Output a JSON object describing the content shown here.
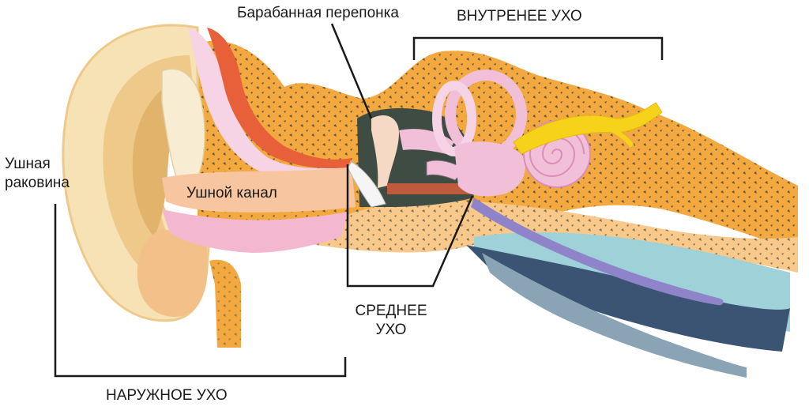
{
  "labels": {
    "eardrum": "Барабанная перепонка",
    "inner_ear": "ВНУТРЕНЕЕ УХО",
    "auricle": "Ушная\nраковина",
    "ear_canal": "Ушной канал",
    "middle_ear": "СРЕДНЕЕ\nУХО",
    "outer_ear": "НАРУЖНОЕ УХО"
  },
  "colors": {
    "skin_light": "#f6e2b4",
    "skin_mid": "#efc98a",
    "skin_dark": "#e2b36b",
    "bone": "#f3a93f",
    "bone_dot": "#4a4a3a",
    "canal": "#f7c6a0",
    "pink": "#f3b8d0",
    "pink_light": "#f7d3e6",
    "red": "#e8603a",
    "dark_cavity": "#3f4c44",
    "cochlea": "#f2bfd9",
    "nerve": "#f6d21a",
    "blue_dark": "#3c5473",
    "blue_light": "#9ed1d8",
    "blue_gray": "#8aa3b5",
    "purple": "#8f83c9",
    "line": "#1a1a1a"
  }
}
